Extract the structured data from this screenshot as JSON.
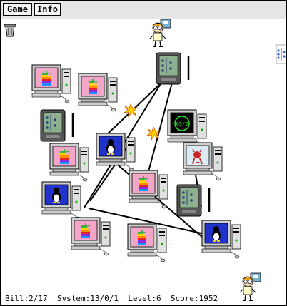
{
  "menu": {
    "game_label": "Game",
    "info_label": "Info"
  },
  "status": {
    "bill_label": "Bill:",
    "bill_value": "2/17",
    "system_label": "System:",
    "system_value": "13/0/1",
    "level_label": "Level:",
    "level_value": "6",
    "score_label": "Score:",
    "score_value": "1952"
  },
  "computers": [
    {
      "id": "c1",
      "os": "apple",
      "screen": "#f4a6c8"
    },
    {
      "id": "c2",
      "os": "apple",
      "screen": "#f4a6c8"
    },
    {
      "id": "c3",
      "os": "palm",
      "screen": "#8fb08f"
    },
    {
      "id": "c4",
      "os": "palm",
      "screen": "#8fb08f"
    },
    {
      "id": "c5",
      "os": "os2",
      "screen": "#000000",
      "label": "OS/2"
    },
    {
      "id": "c6",
      "os": "apple",
      "screen": "#f4a6c8"
    },
    {
      "id": "c7",
      "os": "linux",
      "screen": "#2233cc"
    },
    {
      "id": "c8",
      "os": "bsd",
      "screen": "#dcecf4"
    },
    {
      "id": "c9",
      "os": "apple",
      "screen": "#f4a6c8"
    },
    {
      "id": "c10",
      "os": "linux",
      "screen": "#2233cc"
    },
    {
      "id": "c11",
      "os": "palm",
      "screen": "#8fb08f"
    },
    {
      "id": "c12",
      "os": "linux",
      "screen": "#2233cc"
    },
    {
      "id": "c13",
      "os": "apple",
      "screen": "#f4a6c8"
    },
    {
      "id": "c14",
      "os": "apple",
      "screen": "#f4a6c8"
    }
  ],
  "colors": {
    "spark": "#ffcc00",
    "cable": "#000000",
    "bill_shirt": "#ffffcc"
  }
}
